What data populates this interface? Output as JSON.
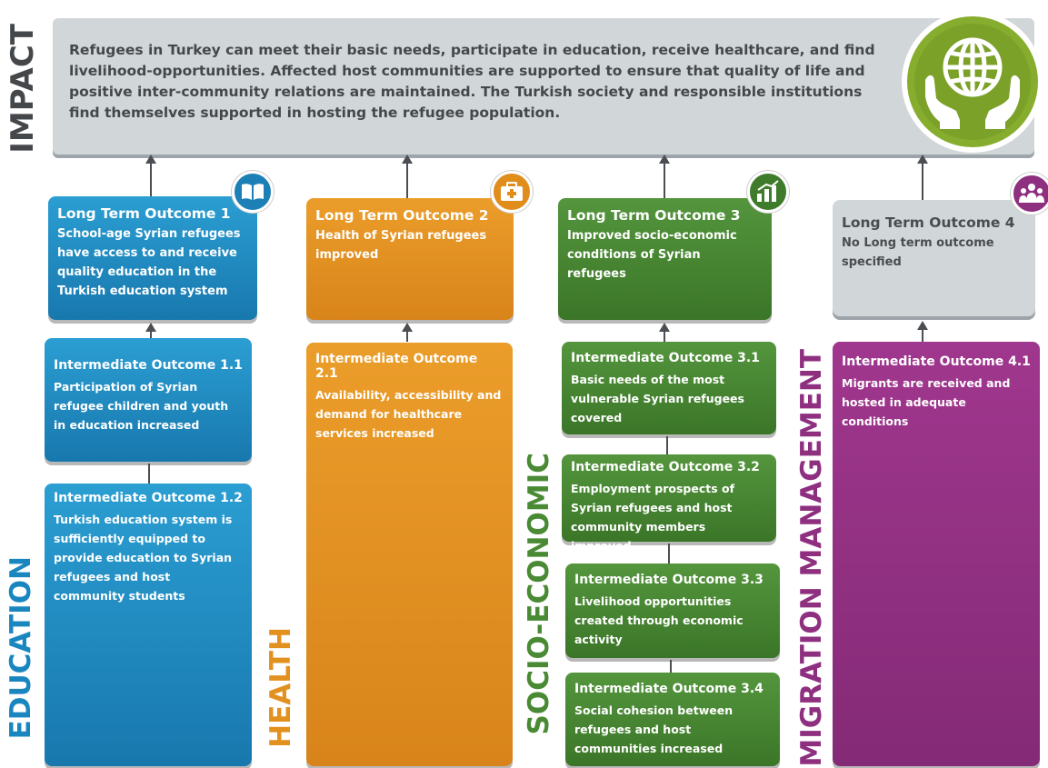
{
  "impact": {
    "label": "IMPACT",
    "text": "Refugees in Turkey can meet their basic needs, participate in education, receive healthcare, and find livelihood-opportunities. Affected host communities are supported to ensure that quality of life and positive inter-community relations are  maintained. The Turkish society and responsible institutions find themselves supported in hosting the refugee population."
  },
  "sectors": [
    {
      "label": "EDUCATION",
      "long_term": {
        "title": "Long Term Outcome 1",
        "text": "School-age Syrian refugees have access to and receive quality  education in the Turkish education system"
      },
      "intermediate": [
        {
          "title": "Intermediate Outcome 1.1",
          "text": "Participation of Syrian refugee children and youth in education increased"
        },
        {
          "title": "Intermediate Outcome 1.2",
          "text": "Turkish  education system is sufficiently equipped to provide education to Syrian refugees and host community students"
        }
      ]
    },
    {
      "label": "HEALTH",
      "long_term": {
        "title": "Long Term Outcome 2",
        "text": "Health of Syrian refugees improved"
      },
      "intermediate": [
        {
          "title": "Intermediate Outcome 2.1",
          "text": "Availability, accessibility and demand for healthcare services increased"
        }
      ]
    },
    {
      "label": "SOCIO-ECONOMIC",
      "long_term": {
        "title": "Long Term Outcome 3",
        "text": "Improved socio-economic conditions of Syrian refugees"
      },
      "intermediate": [
        {
          "title": "Intermediate Outcome 3.1",
          "text": "Basic needs of the most vulnerable Syrian refugees covered"
        },
        {
          "title": "Intermediate Outcome 3.2",
          "text": "Employment prospects of Syrian refugees and host community members improved"
        },
        {
          "title": "Intermediate Outcome 3.3",
          "text": "Livelihood opportunities created through economic activity"
        },
        {
          "title": "Intermediate Outcome 3.4",
          "text": "Social cohesion between refugees and host communities increased"
        }
      ]
    },
    {
      "label": "MIGRATION MANAGEMENT",
      "long_term": {
        "title": "Long Term Outcome 4",
        "text": "No Long term outcome specified"
      },
      "intermediate": [
        {
          "title": "Intermediate Outcome 4.1",
          "text": "Migrants are received and hosted in adequate conditions"
        }
      ]
    }
  ],
  "colors": {
    "education": "#1c8cc2",
    "health": "#e29326",
    "socio_economic": "#4a8a35",
    "migration": "#8e2f80",
    "impact_bg": "#d1d6d9",
    "impact_icon": "#7fa52c",
    "text_dark": "#45484b"
  },
  "icons": {
    "impact": "globe-in-hands-icon",
    "education": "book-icon",
    "health": "first-aid-kit-icon",
    "socio_economic": "bar-chart-growth-icon",
    "migration": "people-group-icon"
  }
}
